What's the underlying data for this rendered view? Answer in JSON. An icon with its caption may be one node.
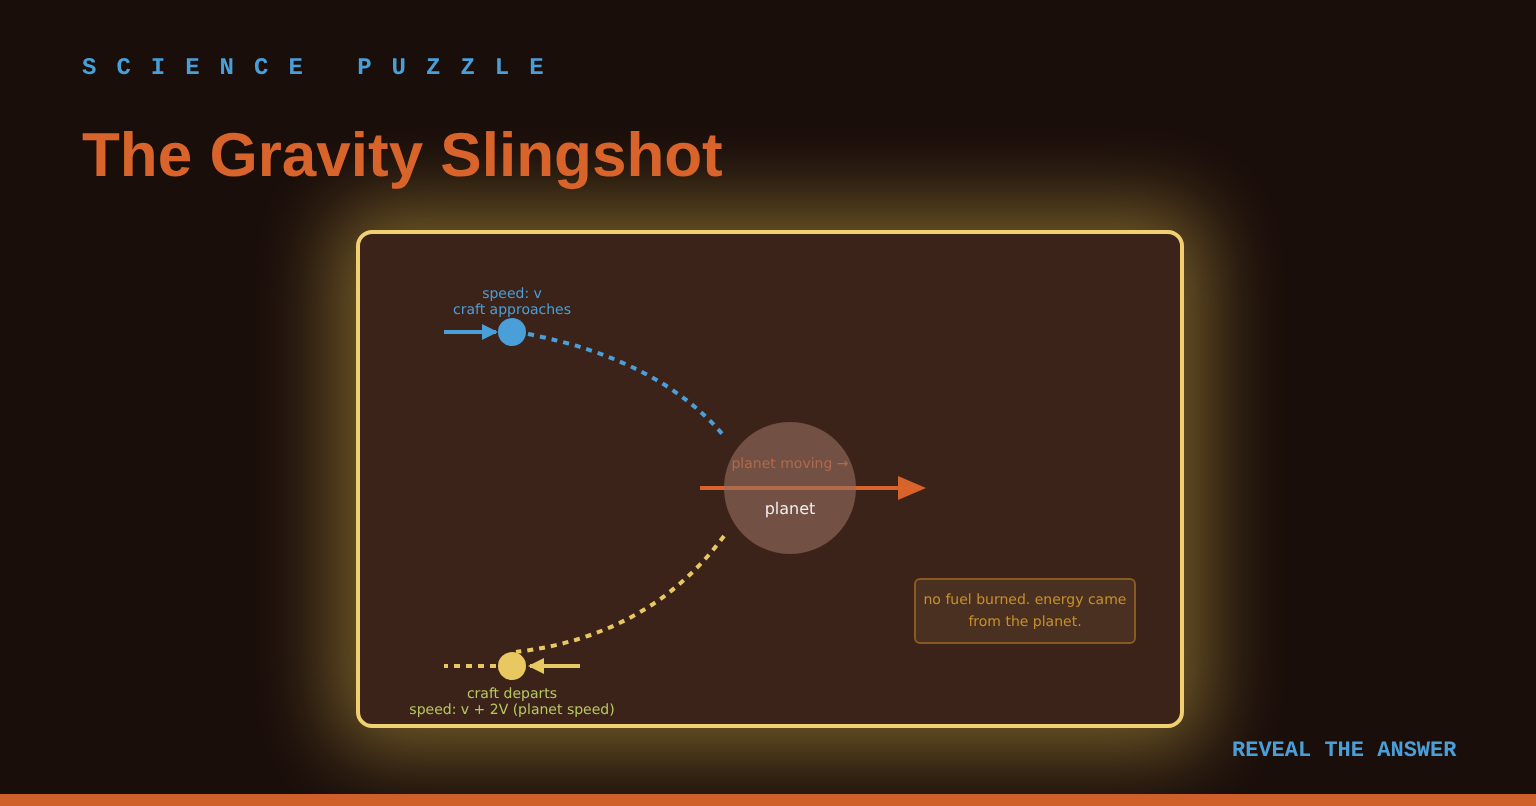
{
  "diagram": {
    "title": "The Gravity Slingshot",
    "nodes": [
      {
        "text": [],
        "shape": "circle",
        "beside": [
          "speed: v",
          "craft approaches"
        ]
      },
      {
        "text": [
          "planet"
        ]
      },
      {
        "text": [],
        "shape": "circle",
        "beside": [
          "craft departs",
          "speed: v + 2V (planet speed)"
        ]
      },
      {
        "text": [
          "no fuel burned. energy came from the planet."
        ]
      }
    ],
    "edges": [
      {
        "from": null,
        "to": 0,
        "arrow": "to",
        "color": "#4a9fd8"
      },
      {
        "from": 0,
        "to": 1,
        "arrow": "none",
        "style": "dashed",
        "color": "#4a9fd8"
      },
      {
        "from": 1,
        "to": 2,
        "arrow": "none",
        "style": "dashed",
        "color": "#e8c860"
      },
      {
        "from": null,
        "to": 2,
        "arrow": "to",
        "color": "#e8c860"
      },
      {
        "from": 2,
        "to": null,
        "arrow": "none",
        "style": "dashed",
        "color": "#e8c860"
      }
    ],
    "labels": [
      "SCIENCE PUZZLE",
      "planet moving →",
      "REVEAL THE ANSWER"
    ]
  }
}
